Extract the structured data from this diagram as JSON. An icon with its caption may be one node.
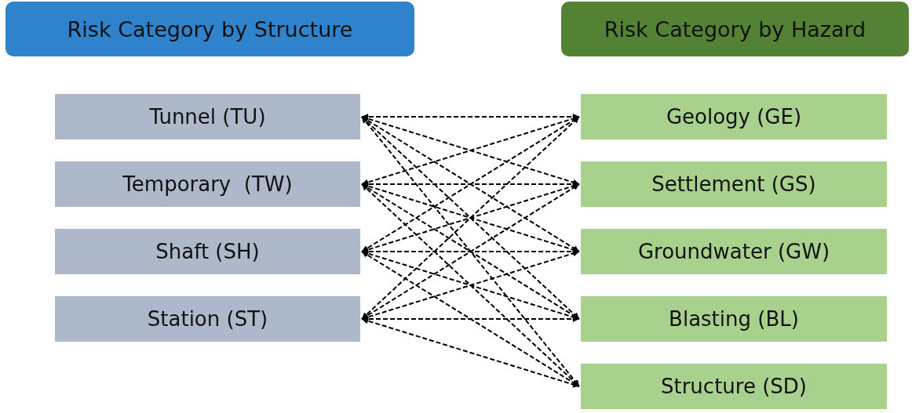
{
  "diagram": {
    "nodes": [
      {
        "text": [
          "Risk Category by Structure"
        ]
      },
      {
        "text": [
          "Risk Category by Hazard"
        ]
      },
      {
        "text": [
          "Tunnel (TU)"
        ]
      },
      {
        "text": [
          "Temporary  (TW)"
        ]
      },
      {
        "text": [
          "Shaft (SH)"
        ]
      },
      {
        "text": [
          "Station (ST)"
        ]
      },
      {
        "text": [
          "Geology (GE)"
        ]
      },
      {
        "text": [
          "Settlement (GS)"
        ]
      },
      {
        "text": [
          "Groundwater (GW)"
        ]
      },
      {
        "text": [
          "Blasting (BL)"
        ]
      },
      {
        "text": [
          "Structure (SD)"
        ]
      }
    ],
    "edges": [
      {
        "from": 2,
        "to": 6,
        "arrow": "both",
        "style": "dashed"
      },
      {
        "from": 2,
        "to": 7,
        "arrow": "both",
        "style": "dashed"
      },
      {
        "from": 2,
        "to": 8,
        "arrow": "both",
        "style": "dashed"
      },
      {
        "from": 2,
        "to": 9,
        "arrow": "both",
        "style": "dashed"
      },
      {
        "from": 2,
        "to": 10,
        "arrow": "both",
        "style": "dashed"
      },
      {
        "from": 3,
        "to": 6,
        "arrow": "both",
        "style": "dashed"
      },
      {
        "from": 3,
        "to": 7,
        "arrow": "both",
        "style": "dashed"
      },
      {
        "from": 3,
        "to": 8,
        "arrow": "both",
        "style": "dashed"
      },
      {
        "from": 3,
        "to": 9,
        "arrow": "both",
        "style": "dashed"
      },
      {
        "from": 3,
        "to": 10,
        "arrow": "both",
        "style": "dashed"
      },
      {
        "from": 4,
        "to": 6,
        "arrow": "both",
        "style": "dashed"
      },
      {
        "from": 4,
        "to": 7,
        "arrow": "both",
        "style": "dashed"
      },
      {
        "from": 4,
        "to": 8,
        "arrow": "both",
        "style": "dashed"
      },
      {
        "from": 4,
        "to": 9,
        "arrow": "both",
        "style": "dashed"
      },
      {
        "from": 4,
        "to": 10,
        "arrow": "both",
        "style": "dashed"
      },
      {
        "from": 5,
        "to": 6,
        "arrow": "both",
        "style": "dashed"
      },
      {
        "from": 5,
        "to": 7,
        "arrow": "both",
        "style": "dashed"
      },
      {
        "from": 5,
        "to": 8,
        "arrow": "both",
        "style": "dashed"
      },
      {
        "from": 5,
        "to": 9,
        "arrow": "both",
        "style": "dashed"
      },
      {
        "from": 5,
        "to": 10,
        "arrow": "both",
        "style": "dashed"
      }
    ]
  }
}
